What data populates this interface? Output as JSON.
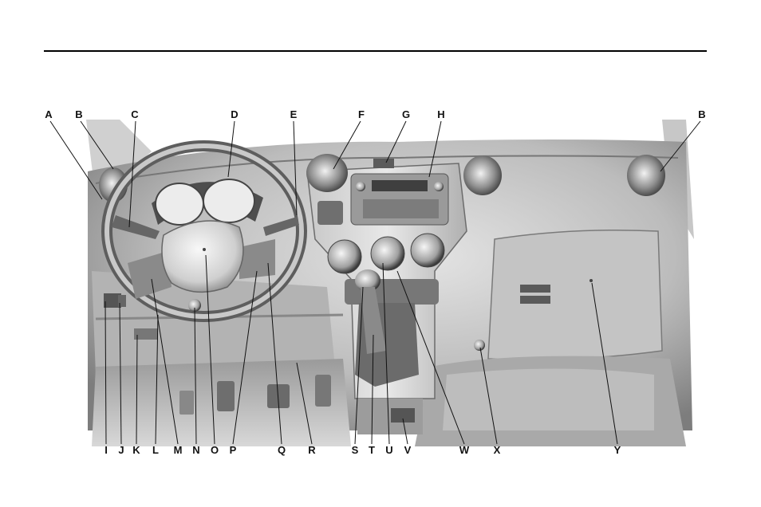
{
  "labels": {
    "top": [
      "A",
      "B",
      "C",
      "D",
      "E",
      "F",
      "G",
      "H",
      "B"
    ],
    "bottom": [
      "I",
      "J",
      "K",
      "L",
      "M",
      "N",
      "O",
      "P",
      "Q",
      "R",
      "S",
      "T",
      "U",
      "V",
      "W",
      "X",
      "Y"
    ]
  },
  "colors": {
    "ink": "#111111",
    "panel": "#bdbdbd",
    "shadow": "#6e6e6e",
    "highlight": "#e6e6e6"
  }
}
